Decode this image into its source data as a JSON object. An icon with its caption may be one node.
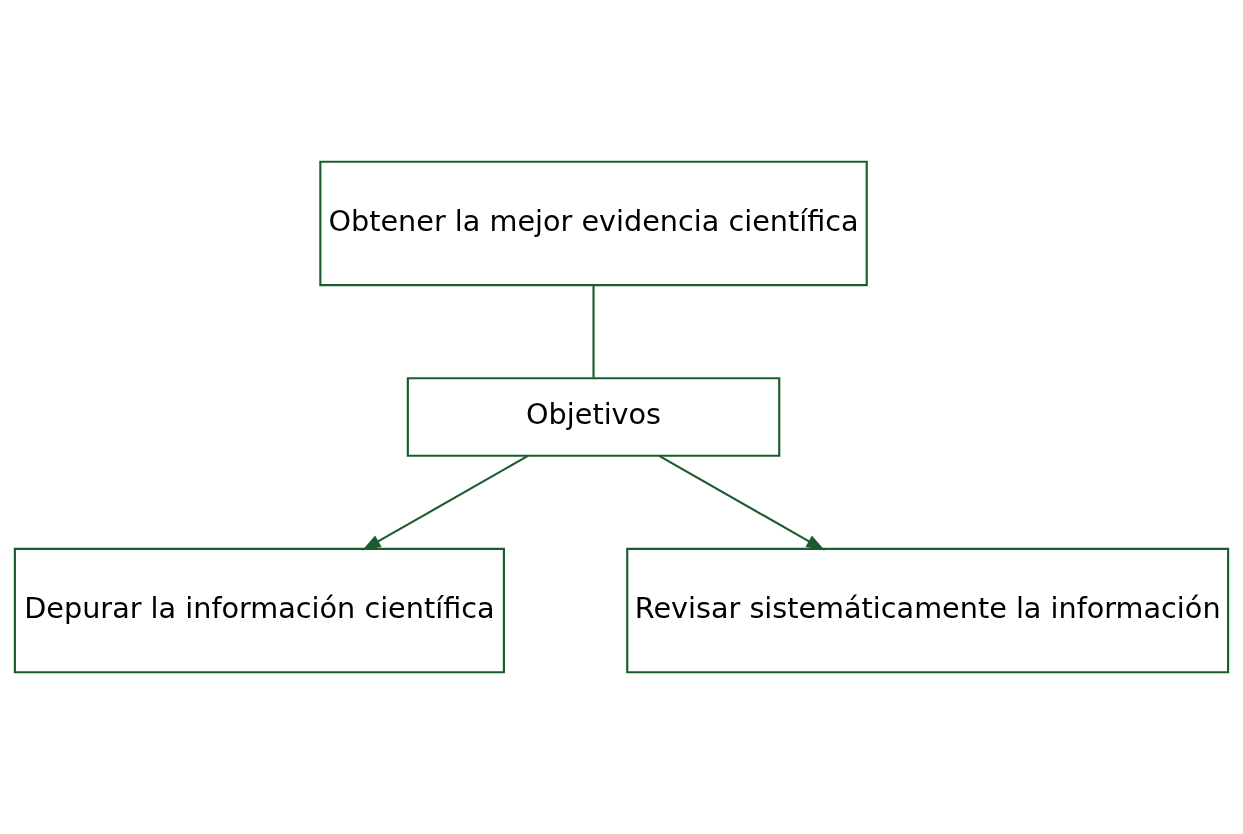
{
  "diagram": {
    "nodes": [
      {
        "text": [
          "Obtener la mejor evidencia científica"
        ]
      },
      {
        "text": [
          "Objetivos"
        ]
      },
      {
        "text": [
          "Depurar la información científica"
        ]
      },
      {
        "text": [
          "Revisar sistemáticamente la información"
        ]
      }
    ],
    "edges": [
      {
        "from": 0,
        "to": 1,
        "arrow": "none"
      },
      {
        "from": 1,
        "to": 2,
        "arrow": "to"
      },
      {
        "from": 1,
        "to": 3,
        "arrow": "to"
      }
    ]
  }
}
